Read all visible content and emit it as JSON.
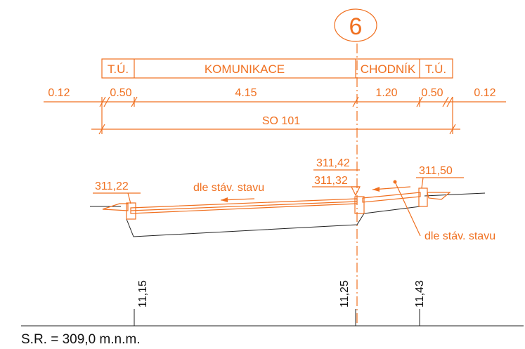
{
  "section": {
    "number": "6",
    "colors": {
      "design": "#f07020",
      "existing": "#222222"
    }
  },
  "segments": [
    "T.Ú.",
    "KOMUNIKACE",
    "CHODNÍK",
    "T.Ú."
  ],
  "dimensions": {
    "widths": [
      "0.12",
      "0.50",
      "4.15",
      "1.20",
      "0.50",
      "0.12"
    ],
    "total_label": "SO 101"
  },
  "elevations": {
    "left_edge": "311,22",
    "center_top": "311,42",
    "center_bottom": "311,32",
    "right_edge": "311,50"
  },
  "notes": {
    "left_existing": "dle stáv. stavu",
    "right_existing": "dle stáv. stavu"
  },
  "stations": [
    "11,15",
    "11,25",
    "11,43"
  ],
  "datum": "S.R. = 309,0 m.n.m."
}
